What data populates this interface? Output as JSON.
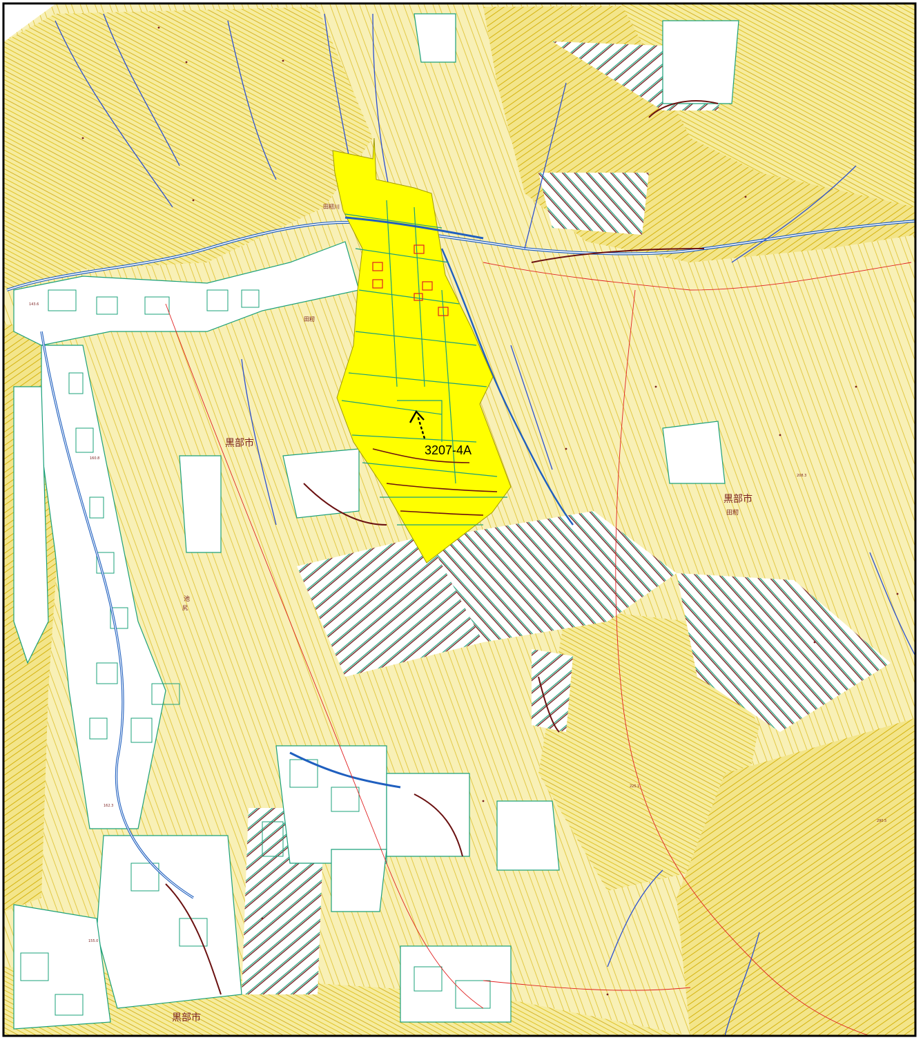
{
  "map": {
    "parcel_label": "3207-4A",
    "place_labels": {
      "kurobe_city_1": "黒部市",
      "kurobe_city_2": "黒部市",
      "kurobe_city_3": "黒部市",
      "tanagawa_sub": "田籾",
      "tanagawa_river": "田籾川",
      "tanagawa_center": "田籾",
      "ike_ji": "池",
      "ike_zaka": "尻"
    },
    "elevation_labels": [
      "160.8",
      "162.3",
      "143.6",
      "155.0",
      "208.3",
      "225.1",
      "290.5"
    ],
    "colors": {
      "contour": "#d8b400",
      "contour_index": "#b89a00",
      "terrain_fill": "#f4e89a",
      "highlight": "#ffff00",
      "parcel_line": "#1aa07a",
      "road": "#1f5fbf",
      "stream": "#2a4fd0",
      "boundary": "#e02020",
      "terrace": "#6a1010",
      "text": "#7a1f1f"
    },
    "icons": {
      "direction_arrow": "north-arrow-icon"
    }
  }
}
